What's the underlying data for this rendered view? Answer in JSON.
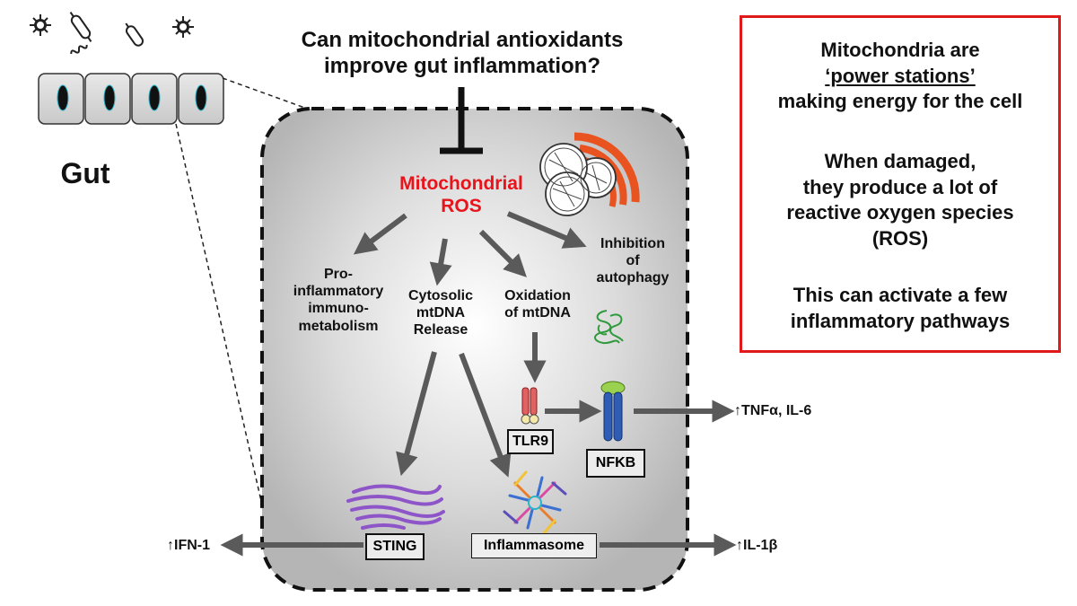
{
  "header": {
    "question_line1": "Can mitochondrial antioxidants",
    "question_line2": "improve gut inflammation?"
  },
  "gut": {
    "label": "Gut"
  },
  "cell": {
    "ros_line1": "Mitochondrial",
    "ros_line2": "ROS",
    "ros_color": "#e8141b",
    "path_proinflammatory": [
      "Pro-",
      "inflammatory",
      "immuno-",
      "metabolism"
    ],
    "path_cytosolic": [
      "Cytosolic",
      "mtDNA",
      "Release"
    ],
    "path_oxidation": [
      "Oxidation",
      "of mtDNA"
    ],
    "path_autophagy": [
      "Inhibition",
      "of",
      "autophagy"
    ],
    "tlr9": "TLR9",
    "nfkb": "NFKB",
    "sting": "STING",
    "inflammasome": "Inflammasome"
  },
  "outputs": {
    "tnf": "↑TNFα, IL-6",
    "ifn": "↑IFN-1",
    "il1b": "↑IL-1β"
  },
  "info": {
    "p1_line1": "Mitochondria are",
    "p1_line2": "‘power stations’",
    "p1_line3": "making energy for the cell",
    "p2_line1": "When damaged,",
    "p2_line2": "they produce a lot of",
    "p2_line3": "reactive oxygen species",
    "p2_line4": "(ROS)",
    "p3_line1": "This can activate a few",
    "p3_line2": "inflammatory pathways",
    "border_color": "#e01a1a"
  }
}
